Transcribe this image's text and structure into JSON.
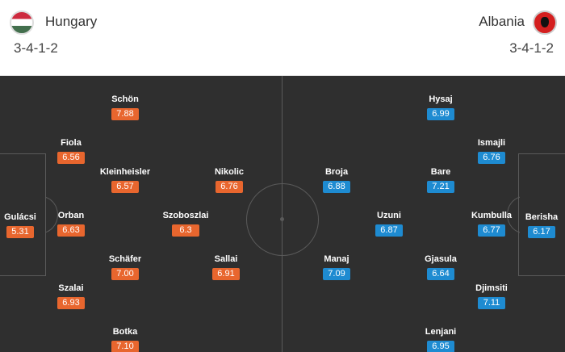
{
  "home": {
    "name": "Hungary",
    "formation": "3-4-1-2",
    "flag_icon": "hungary-flag-icon",
    "color": "#e8662e",
    "players": [
      {
        "name": "Gulácsi",
        "rating": "5.31"
      },
      {
        "name": "Fiola",
        "rating": "6.56"
      },
      {
        "name": "Orban",
        "rating": "6.63"
      },
      {
        "name": "Szalai",
        "rating": "6.93"
      },
      {
        "name": "Schön",
        "rating": "7.88"
      },
      {
        "name": "Kleinheisler",
        "rating": "6.57"
      },
      {
        "name": "Schäfer",
        "rating": "7.00"
      },
      {
        "name": "Botka",
        "rating": "7.10"
      },
      {
        "name": "Szoboszlai",
        "rating": "6.3"
      },
      {
        "name": "Nikolic",
        "rating": "6.76"
      },
      {
        "name": "Sallai",
        "rating": "6.91"
      }
    ]
  },
  "away": {
    "name": "Albania",
    "formation": "3-4-1-2",
    "flag_icon": "albania-flag-icon",
    "color": "#1e8bd1",
    "players": [
      {
        "name": "Berisha",
        "rating": "6.17"
      },
      {
        "name": "Ismajli",
        "rating": "6.76"
      },
      {
        "name": "Kumbulla",
        "rating": "6.77"
      },
      {
        "name": "Djimsiti",
        "rating": "7.11"
      },
      {
        "name": "Hysaj",
        "rating": "6.99"
      },
      {
        "name": "Bare",
        "rating": "7.21"
      },
      {
        "name": "Gjasula",
        "rating": "6.64"
      },
      {
        "name": "Lenjani",
        "rating": "6.95"
      },
      {
        "name": "Uzuni",
        "rating": "6.87"
      },
      {
        "name": "Broja",
        "rating": "6.88"
      },
      {
        "name": "Manaj",
        "rating": "7.09"
      }
    ]
  }
}
